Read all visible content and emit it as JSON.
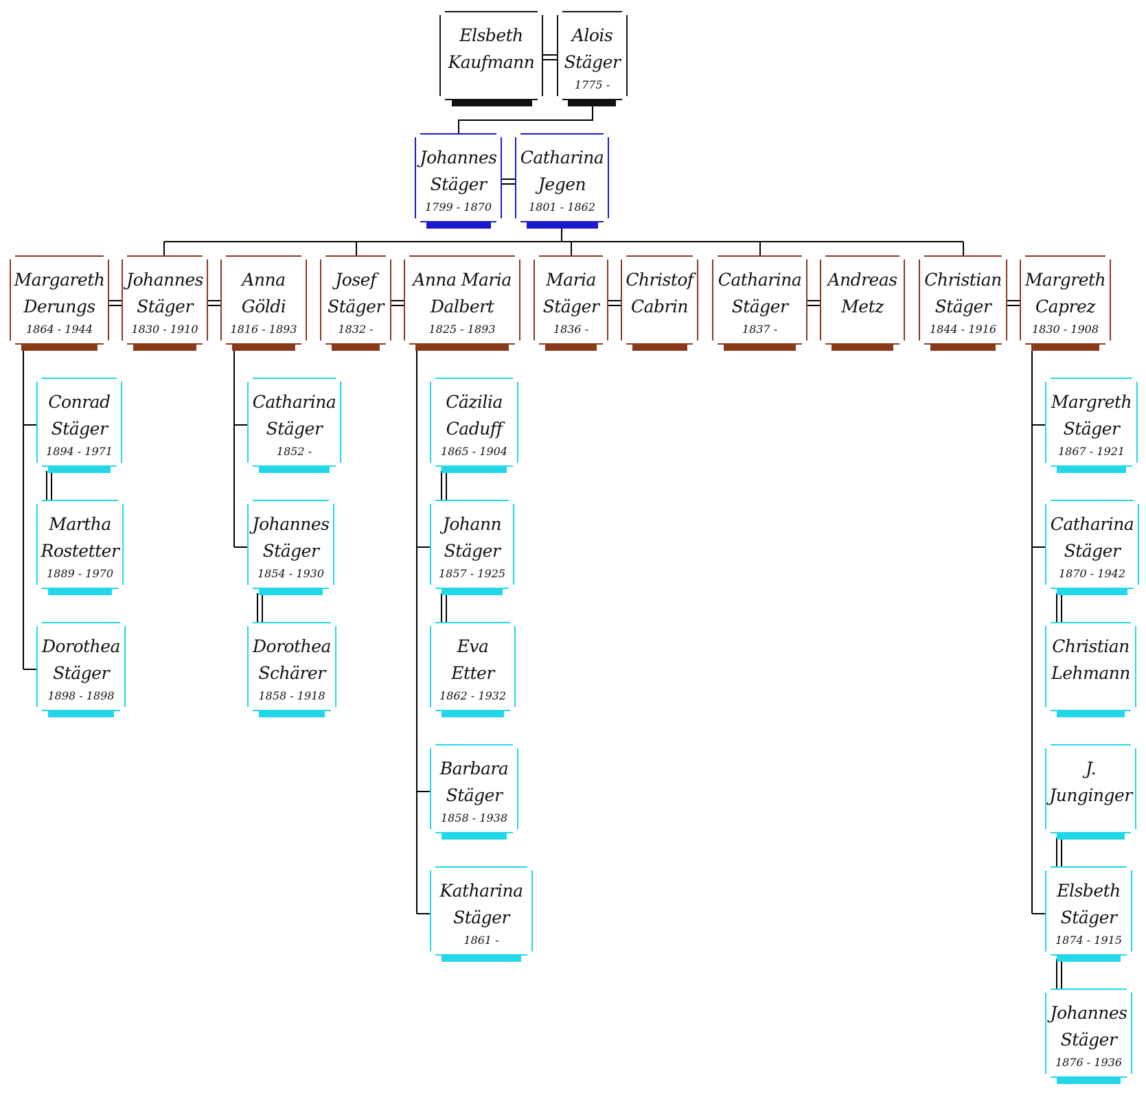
{
  "colors": {
    "gen0": "#111111",
    "gen1": "#1a1acc",
    "gen2": "#8a3a1a",
    "gen3": "#22d8e8",
    "line": "#000000"
  },
  "people": {
    "elsbeth_kaufmann": {
      "first": "Elsbeth",
      "last": "Kaufmann",
      "dates": ""
    },
    "alois_stager": {
      "first": "Alois",
      "last": "Stäger",
      "dates": "1775 -"
    },
    "johannes_stager_1799": {
      "first": "Johannes",
      "last": "Stäger",
      "dates": "1799 - 1870"
    },
    "catharina_jegen": {
      "first": "Catharina",
      "last": "Jegen",
      "dates": "1801 - 1862"
    },
    "margareth_derungs": {
      "first": "Margareth",
      "last": "Derungs",
      "dates": "1864 - 1944"
    },
    "johannes_stager_1830": {
      "first": "Johannes",
      "last": "Stäger",
      "dates": "1830 - 1910"
    },
    "anna_goldi": {
      "first": "Anna",
      "last": "Göldi",
      "dates": "1816 - 1893"
    },
    "josef_stager": {
      "first": "Josef",
      "last": "Stäger",
      "dates": "1832 -"
    },
    "anna_maria_dalbert": {
      "first": "Anna Maria",
      "last": "Dalbert",
      "dates": "1825 - 1893"
    },
    "maria_stager": {
      "first": "Maria",
      "last": "Stäger",
      "dates": "1836 -"
    },
    "christof_cabrin": {
      "first": "Christof",
      "last": "Cabrin",
      "dates": ""
    },
    "catharina_stager_1837": {
      "first": "Catharina",
      "last": "Stäger",
      "dates": "1837 -"
    },
    "andreas_metz": {
      "first": "Andreas",
      "last": "Metz",
      "dates": ""
    },
    "christian_stager": {
      "first": "Christian",
      "last": "Stäger",
      "dates": "1844 - 1916"
    },
    "margreth_caprez": {
      "first": "Margreth",
      "last": "Caprez",
      "dates": "1830 - 1908"
    },
    "conrad_stager": {
      "first": "Conrad",
      "last": "Stäger",
      "dates": "1894 - 1971"
    },
    "martha_rostetter": {
      "first": "Martha",
      "last": "Rostetter",
      "dates": "1889 - 1970"
    },
    "dorothea_stager": {
      "first": "Dorothea",
      "last": "Stäger",
      "dates": "1898 - 1898"
    },
    "catharina_stager_1852": {
      "first": "Catharina",
      "last": "Stäger",
      "dates": "1852 -"
    },
    "johannes_stager_1854": {
      "first": "Johannes",
      "last": "Stäger",
      "dates": "1854 - 1930"
    },
    "dorothea_scharer": {
      "first": "Dorothea",
      "last": "Schärer",
      "dates": "1858 - 1918"
    },
    "cazilia_caduff": {
      "first": "Cäzilia",
      "last": "Caduff",
      "dates": "1865 - 1904"
    },
    "johann_stager": {
      "first": "Johann",
      "last": "Stäger",
      "dates": "1857 - 1925"
    },
    "eva_etter": {
      "first": "Eva",
      "last": "Etter",
      "dates": "1862 - 1932"
    },
    "barbara_stager": {
      "first": "Barbara",
      "last": "Stäger",
      "dates": "1858 - 1938"
    },
    "katharina_stager": {
      "first": "Katharina",
      "last": "Stäger",
      "dates": "1861 -"
    },
    "margreth_stager": {
      "first": "Margreth",
      "last": "Stäger",
      "dates": "1867 - 1921"
    },
    "catharina_stager_1870": {
      "first": "Catharina",
      "last": "Stäger",
      "dates": "1870 - 1942"
    },
    "christian_lehmann": {
      "first": "Christian",
      "last": "Lehmann",
      "dates": ""
    },
    "j_junginger": {
      "first": "J.",
      "last": "Junginger",
      "dates": ""
    },
    "elsbeth_stager": {
      "first": "Elsbeth",
      "last": "Stäger",
      "dates": "1874 - 1915"
    },
    "johannes_stager_1876": {
      "first": "Johannes",
      "last": "Stäger",
      "dates": "1876 - 1936"
    }
  }
}
